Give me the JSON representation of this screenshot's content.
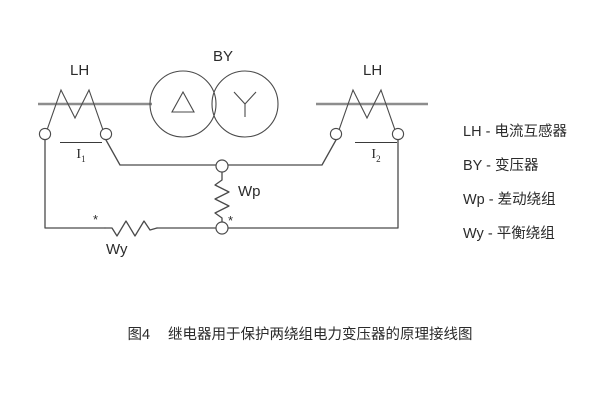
{
  "diagram": {
    "title_caption": {
      "figure_number": "图4",
      "text": "继电器用于保护两绕组电力变压器的原理接线图"
    },
    "components": {
      "ct_left_label": "LH",
      "ct_right_label": "LH",
      "transformer_label": "BY",
      "diff_winding_label": "Wp",
      "balance_winding_label": "Wy",
      "current_left": "I",
      "current_left_sub": "1",
      "current_right": "I",
      "current_right_sub": "2",
      "polarity_mark": "*",
      "delta_winding_symbol": "delta-triangle",
      "wye_winding_symbol": "wye-star"
    },
    "legend": [
      {
        "symbol": "LH",
        "dash": "-",
        "description": "电流互感器"
      },
      {
        "symbol": "BY",
        "dash": "-",
        "description": "变压器"
      },
      {
        "symbol": "Wp",
        "dash": "-",
        "description": "差动绕组"
      },
      {
        "symbol": "Wy",
        "dash": "-",
        "description": "平衡绕组"
      }
    ],
    "colors": {
      "bus_line": "#8d8d8d",
      "wire": "#4a4a4a",
      "outline": "#4a4a4a",
      "text": "#2b2b2b",
      "background": "#ffffff"
    }
  }
}
